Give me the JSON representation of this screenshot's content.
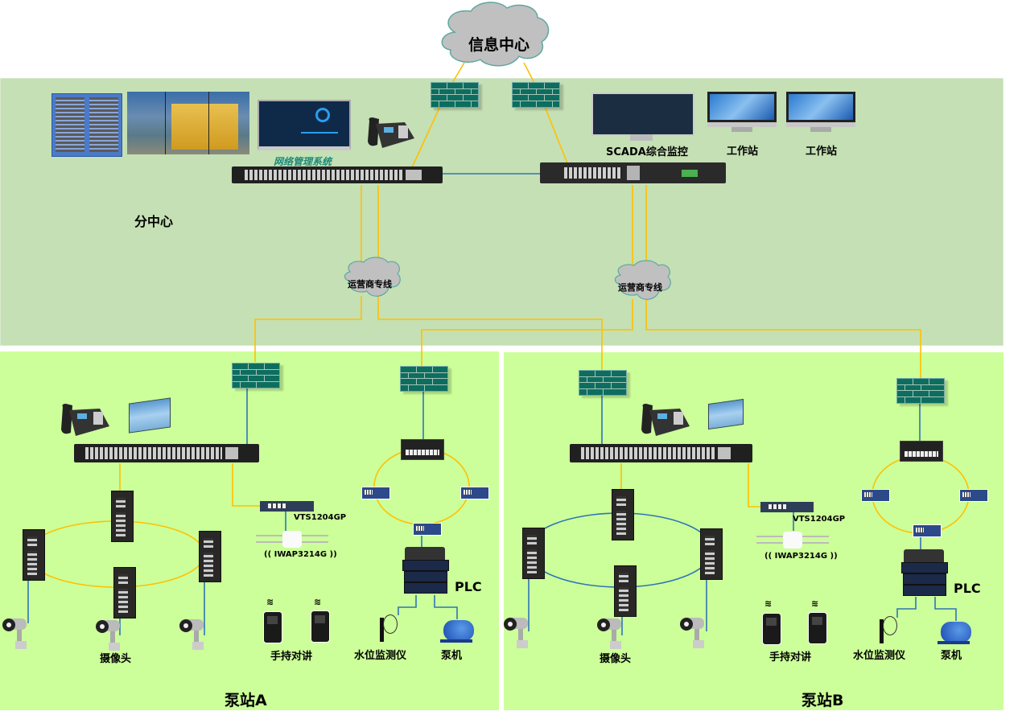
{
  "title_cloud": "信息中心",
  "sub_center": {
    "label": "分中心",
    "nms_label": "网络管理系统",
    "scada_label": "SCADA综合监控",
    "workstations": [
      "工作站",
      "工作站"
    ],
    "carrier_lines": [
      "运营商专线",
      "运营商专线"
    ]
  },
  "stations": [
    {
      "name": "泵站A",
      "camera_label": "摄像头",
      "handset_label": "手持对讲",
      "water_label": "水位监测仪",
      "pump_label": "泵机",
      "plc_label": "PLC",
      "poe_switch_label": "VTS1204GP",
      "ap_label": "IWAP3214G"
    },
    {
      "name": "泵站B",
      "camera_label": "摄像头",
      "handset_label": "手持对讲",
      "water_label": "水位监测仪",
      "pump_label": "泵机",
      "plc_label": "PLC",
      "poe_switch_label": "VTS1204GP",
      "ap_label": "IWAP3214G"
    }
  ],
  "colors": {
    "center_zone": "#c5e0b4",
    "station_zone": "#ccff99",
    "wan_line": "#ffc000",
    "lan_line": "#2e75b6",
    "firewall": "#0d6e5f",
    "cloud": "#c0c0c0"
  }
}
